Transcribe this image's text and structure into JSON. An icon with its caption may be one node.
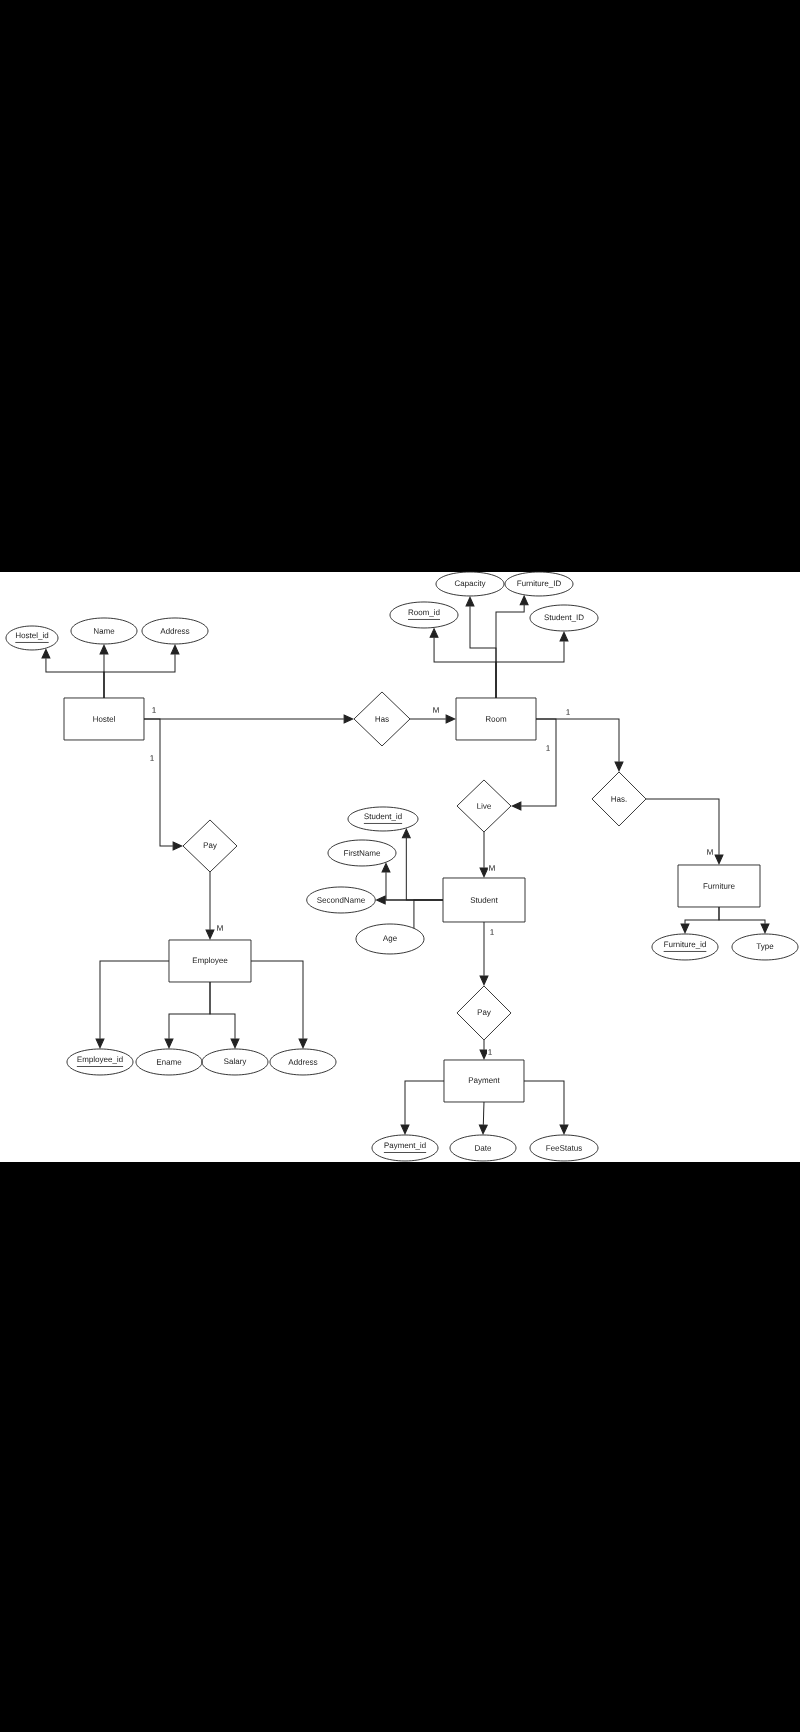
{
  "diagram": {
    "nodes": [
      {
        "text": [
          "Hostel_id"
        ]
      },
      {
        "text": [
          "Name"
        ]
      },
      {
        "text": [
          "Address"
        ]
      },
      {
        "text": [
          "Capacity"
        ]
      },
      {
        "text": [
          "Furniture_ID"
        ]
      },
      {
        "text": [
          "Room_id"
        ]
      },
      {
        "text": [
          "Student_ID"
        ]
      },
      {
        "text": [
          "Hostel"
        ]
      },
      {
        "text": [
          "Has"
        ]
      },
      {
        "text": [
          "Room"
        ]
      },
      {
        "text": [
          "Live"
        ]
      },
      {
        "text": [
          "Has."
        ]
      },
      {
        "text": [
          "Student_id"
        ]
      },
      {
        "text": [
          "Pay"
        ]
      },
      {
        "text": [
          "FirstName"
        ]
      },
      {
        "text": [
          "SecondName"
        ]
      },
      {
        "text": [
          "Student"
        ]
      },
      {
        "text": [
          "Furniture"
        ]
      },
      {
        "text": [
          "Age"
        ]
      },
      {
        "text": [
          "Furniture_id"
        ]
      },
      {
        "text": [
          "Type"
        ]
      },
      {
        "text": [
          "Employee"
        ]
      },
      {
        "text": [
          "Pay"
        ]
      },
      {
        "text": [
          "Employee_id"
        ]
      },
      {
        "text": [
          "Ename"
        ]
      },
      {
        "text": [
          "Salary"
        ]
      },
      {
        "text": [
          "Address"
        ]
      },
      {
        "text": [
          "Payment"
        ]
      },
      {
        "text": [
          "Payment_id"
        ]
      },
      {
        "text": [
          "Date"
        ]
      },
      {
        "text": [
          "FeeStatus"
        ]
      }
    ],
    "edges": [
      {
        "from": 7,
        "to": 0,
        "arrow": "to"
      },
      {
        "from": 7,
        "to": 1,
        "arrow": "to"
      },
      {
        "from": 7,
        "to": 2,
        "arrow": "to"
      },
      {
        "from": 7,
        "to": 8,
        "arrow": "to",
        "label": "1"
      },
      {
        "from": 8,
        "to": 9,
        "arrow": "to",
        "label": "M"
      },
      {
        "from": 7,
        "to": 13,
        "arrow": "to",
        "label": "1"
      },
      {
        "from": 13,
        "to": 21,
        "arrow": "to",
        "label": "M"
      },
      {
        "from": 9,
        "to": 5,
        "arrow": "to"
      },
      {
        "from": 9,
        "to": 3,
        "arrow": "to"
      },
      {
        "from": 9,
        "to": 4,
        "arrow": "to"
      },
      {
        "from": 9,
        "to": 6,
        "arrow": "to"
      },
      {
        "from": 9,
        "to": 10,
        "arrow": "to",
        "label": "1"
      },
      {
        "from": 9,
        "to": 11,
        "arrow": "to",
        "label": "1"
      },
      {
        "from": 11,
        "to": 17,
        "arrow": "to",
        "label": "M"
      },
      {
        "from": 10,
        "to": 16,
        "arrow": "to",
        "label": "M"
      },
      {
        "from": 16,
        "to": 12,
        "arrow": "to"
      },
      {
        "from": 16,
        "to": 14,
        "arrow": "to"
      },
      {
        "from": 16,
        "to": 15,
        "arrow": "to"
      },
      {
        "from": 16,
        "to": 18,
        "arrow": "none"
      },
      {
        "from": 16,
        "to": 22,
        "arrow": "to",
        "label": "1"
      },
      {
        "from": 22,
        "to": 27,
        "arrow": "to",
        "label": "1"
      },
      {
        "from": 21,
        "to": 23,
        "arrow": "to"
      },
      {
        "from": 21,
        "to": 24,
        "arrow": "to"
      },
      {
        "from": 21,
        "to": 25,
        "arrow": "to"
      },
      {
        "from": 21,
        "to": 26,
        "arrow": "to"
      },
      {
        "from": 17,
        "to": 19,
        "arrow": "to"
      },
      {
        "from": 17,
        "to": 20,
        "arrow": "to"
      },
      {
        "from": 27,
        "to": 28,
        "arrow": "to"
      },
      {
        "from": 27,
        "to": 29,
        "arrow": "to"
      },
      {
        "from": 27,
        "to": 30,
        "arrow": "to"
      }
    ]
  }
}
